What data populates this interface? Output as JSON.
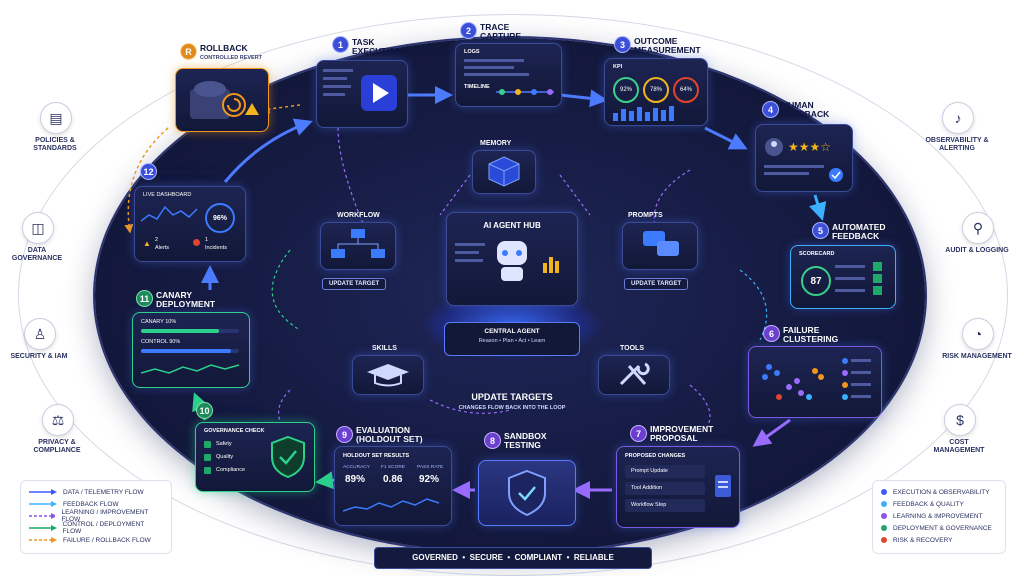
{
  "rollback": {
    "badge": "R",
    "title": "ROLLBACK",
    "subtitle": "CONTROLLED REVERT"
  },
  "stages": [
    {
      "n": "1",
      "title": "TASK EXECUTION"
    },
    {
      "n": "2",
      "title": "TRACE CAPTURE",
      "logs": "LOGS",
      "timeline": "TIMELINE"
    },
    {
      "n": "3",
      "title": "OUTCOME MEASUREMENT",
      "kpi": "KPI",
      "v1": "92%",
      "v2": "78%",
      "v3": "64%"
    },
    {
      "n": "4",
      "title": "HUMAN FEEDBACK"
    },
    {
      "n": "5",
      "title": "AUTOMATED FEEDBACK",
      "scorecard": "SCORECARD",
      "score": "87"
    },
    {
      "n": "6",
      "title": "FAILURE CLUSTERING"
    },
    {
      "n": "7",
      "title": "IMPROVEMENT PROPOSAL",
      "proposed": "PROPOSED CHANGES",
      "items": [
        "Prompt Update",
        "Tool Addition",
        "Workflow Step"
      ]
    },
    {
      "n": "8",
      "title": "SANDBOX TESTING"
    },
    {
      "n": "9",
      "title": "EVALUATION (HOLDOUT SET)",
      "results": "HOLDOUT SET RESULTS",
      "cols": [
        "ACCURACY",
        "F1 SCORE",
        "PASS RATE"
      ],
      "vals": [
        "89%",
        "0.86",
        "92%"
      ]
    },
    {
      "n": "10",
      "title": "APPROVAL",
      "check": "GOVERNANCE CHECK",
      "items": [
        "Safety",
        "Quality",
        "Compliance"
      ]
    },
    {
      "n": "11",
      "title": "CANARY DEPLOYMENT",
      "canary": "CANARY 10%",
      "control": "CONTROL 90%"
    },
    {
      "n": "12",
      "title": "PRODUCTION MONITORING",
      "dashboard": "LIVE DASHBOARD",
      "pct": "96%",
      "alerts_n": "2",
      "alerts": "Alerts",
      "inc_n": "1",
      "incidents": "Incidents"
    }
  ],
  "hub": {
    "title": "AI AGENT HUB",
    "central": "CENTRAL AGENT",
    "steps": "Reason • Plan • Act • Learn"
  },
  "memory": "MEMORY",
  "workflow": "WORKFLOW",
  "prompts": "PROMPTS",
  "skills": "SKILLS",
  "tools": "TOOLS",
  "update_target": "UPDATE TARGET",
  "update_targets": {
    "title": "UPDATE TARGETS",
    "sub": "CHANGES FLOW BACK INTO THE LOOP"
  },
  "left_side": [
    {
      "icon": "document-shield-icon",
      "label": "POLICIES & STANDARDS"
    },
    {
      "icon": "database-lock-icon",
      "label": "DATA GOVERNANCE"
    },
    {
      "icon": "user-lock-icon",
      "label": "SECURITY & IAM"
    },
    {
      "icon": "scales-icon",
      "label": "PRIVACY & COMPLIANCE"
    }
  ],
  "right_side": [
    {
      "icon": "bell-icon",
      "label": "OBSERVABILITY & ALERTING"
    },
    {
      "icon": "audit-search-icon",
      "label": "AUDIT & LOGGING"
    },
    {
      "icon": "gauge-icon",
      "label": "RISK MANAGEMENT"
    },
    {
      "icon": "dollar-icon",
      "label": "COST MANAGEMENT"
    }
  ],
  "legend_left": [
    {
      "label": "DATA / TELEMETRY FLOW",
      "color": "#3b5bff"
    },
    {
      "label": "FEEDBACK FLOW",
      "color": "#3bb0ff"
    },
    {
      "label": "LEARNING / IMPROVEMENT FLOW",
      "color": "#8a55e8"
    },
    {
      "label": "CONTROL / DEPLOYMENT FLOW",
      "color": "#1ea86a"
    },
    {
      "label": "FAILURE / ROLLBACK FLOW",
      "color": "#f0961e"
    }
  ],
  "legend_right": [
    {
      "label": "EXECUTION & OBSERVABILITY",
      "color": "#3b5bff"
    },
    {
      "label": "FEEDBACK & QUALITY",
      "color": "#3bb0ff"
    },
    {
      "label": "LEARNING & IMPROVEMENT",
      "color": "#8a55e8"
    },
    {
      "label": "DEPLOYMENT & GOVERNANCE",
      "color": "#1ea86a"
    },
    {
      "label": "RISK & RECOVERY",
      "color": "#e0452e"
    }
  ],
  "footer": "GOVERNED  •  SECURE  •  COMPLIANT  •  RELIABLE"
}
